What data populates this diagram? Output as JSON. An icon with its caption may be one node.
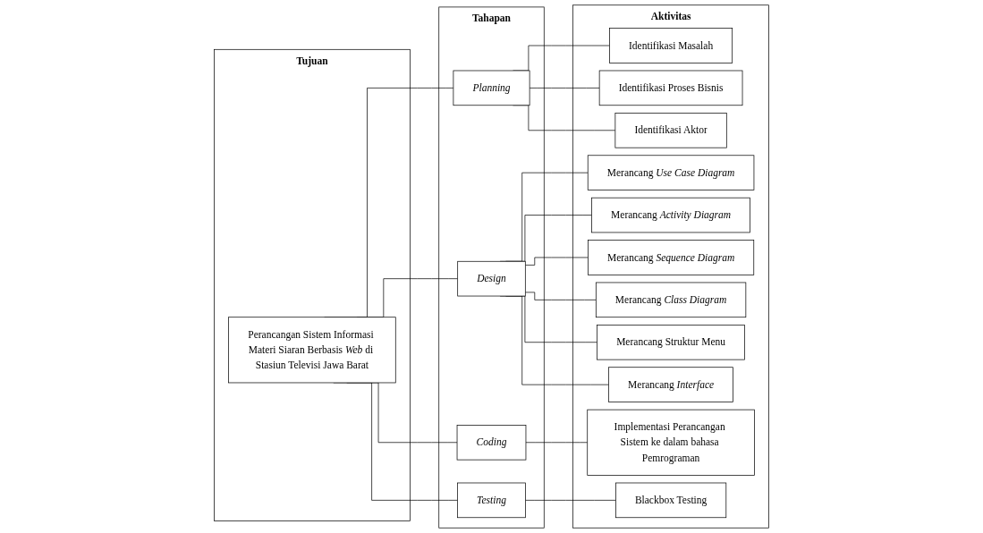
{
  "diagram": {
    "nodes": [
      {
        "text": [
          "Tujuan"
        ]
      },
      {
        "text": [
          "Perancangan Sistem Informasi Materi Siaran Berbasis *Web* di Stasiun Televisi Jawa Barat"
        ],
        "in": 0
      },
      {
        "text": [
          "Tahapan"
        ]
      },
      {
        "text": [
          "Planning"
        ],
        "in": 2
      },
      {
        "text": [
          "Design"
        ],
        "in": 2
      },
      {
        "text": [
          "Coding"
        ],
        "in": 2
      },
      {
        "text": [
          "Testing"
        ],
        "in": 2
      },
      {
        "text": [
          "Aktivitas"
        ]
      },
      {
        "text": [
          "Identifikasi Masalah"
        ],
        "in": 7
      },
      {
        "text": [
          "Identifikasi Proses Bisnis"
        ],
        "in": 7
      },
      {
        "text": [
          "Identifikasi Aktor"
        ],
        "in": 7
      },
      {
        "text": [
          "Merancang *Use Case Diagram*"
        ],
        "in": 7
      },
      {
        "text": [
          "Merancang *Activity Diagram*"
        ],
        "in": 7
      },
      {
        "text": [
          "Merancang *Sequence Diagram*"
        ],
        "in": 7
      },
      {
        "text": [
          "Merancang *Class Diagram*"
        ],
        "in": 7
      },
      {
        "text": [
          "Merancang Struktur Menu"
        ],
        "in": 7
      },
      {
        "text": [
          "Merancang *Interface*"
        ],
        "in": 7
      },
      {
        "text": [
          "Implementasi Perancangan Sistem ke dalam bahasa Pemrograman"
        ],
        "in": 7
      },
      {
        "text": [
          "Blackbox Testing"
        ],
        "in": 7
      }
    ],
    "edges": [
      {
        "from": 1,
        "to": 3,
        "arrow": "none"
      },
      {
        "from": 1,
        "to": 4,
        "arrow": "none"
      },
      {
        "from": 1,
        "to": 5,
        "arrow": "none"
      },
      {
        "from": 1,
        "to": 6,
        "arrow": "none"
      },
      {
        "from": 3,
        "to": 8,
        "arrow": "none"
      },
      {
        "from": 3,
        "to": 9,
        "arrow": "none"
      },
      {
        "from": 3,
        "to": 10,
        "arrow": "none"
      },
      {
        "from": 4,
        "to": 11,
        "arrow": "none"
      },
      {
        "from": 4,
        "to": 12,
        "arrow": "none"
      },
      {
        "from": 4,
        "to": 13,
        "arrow": "none"
      },
      {
        "from": 4,
        "to": 14,
        "arrow": "none"
      },
      {
        "from": 4,
        "to": 15,
        "arrow": "none"
      },
      {
        "from": 4,
        "to": 16,
        "arrow": "none"
      },
      {
        "from": 5,
        "to": 17,
        "arrow": "none"
      },
      {
        "from": 6,
        "to": 18,
        "arrow": "none"
      }
    ]
  }
}
